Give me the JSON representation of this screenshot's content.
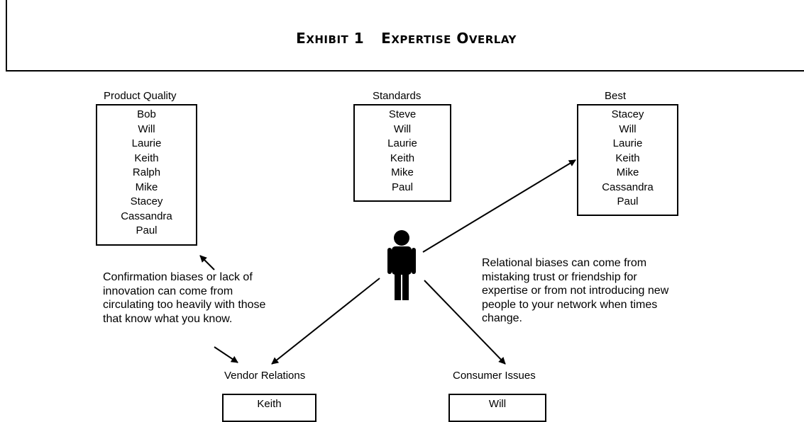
{
  "title": {
    "part1": {
      "initial": "E",
      "rest": "XHIBIT"
    },
    "number": "1",
    "part2": {
      "initial": "E",
      "rest": "XPERTISE"
    },
    "part3": {
      "initial": "O",
      "rest": "VERLAY"
    }
  },
  "groups": {
    "product_quality": {
      "title": "Product Quality",
      "members": [
        "Bob",
        "Will",
        "Laurie",
        "Keith",
        "Ralph",
        "Mike",
        "Stacey",
        "Cassandra",
        "Paul"
      ]
    },
    "standards": {
      "title": "Standards",
      "members": [
        "Steve",
        "Will",
        "Laurie",
        "Keith",
        "Mike",
        "Paul"
      ]
    },
    "best": {
      "title": "Best",
      "members": [
        "Stacey",
        "Will",
        "Laurie",
        "Keith",
        "Mike",
        "Cassandra",
        "Paul"
      ]
    },
    "vendor_relations": {
      "title": "Vendor Relations",
      "members": [
        "Keith"
      ]
    },
    "consumer_issues": {
      "title": "Consumer Issues",
      "members": [
        "Will"
      ]
    }
  },
  "notes": {
    "confirmation": [
      "Confirmation biases or lack of",
      "innovation can come from",
      "circulating too heavily with those",
      "that know what you know."
    ],
    "relational": [
      "Relational biases can come from",
      "mistaking trust or friendship for",
      "expertise or from not introducing new",
      "people to your network when times",
      "change."
    ]
  }
}
